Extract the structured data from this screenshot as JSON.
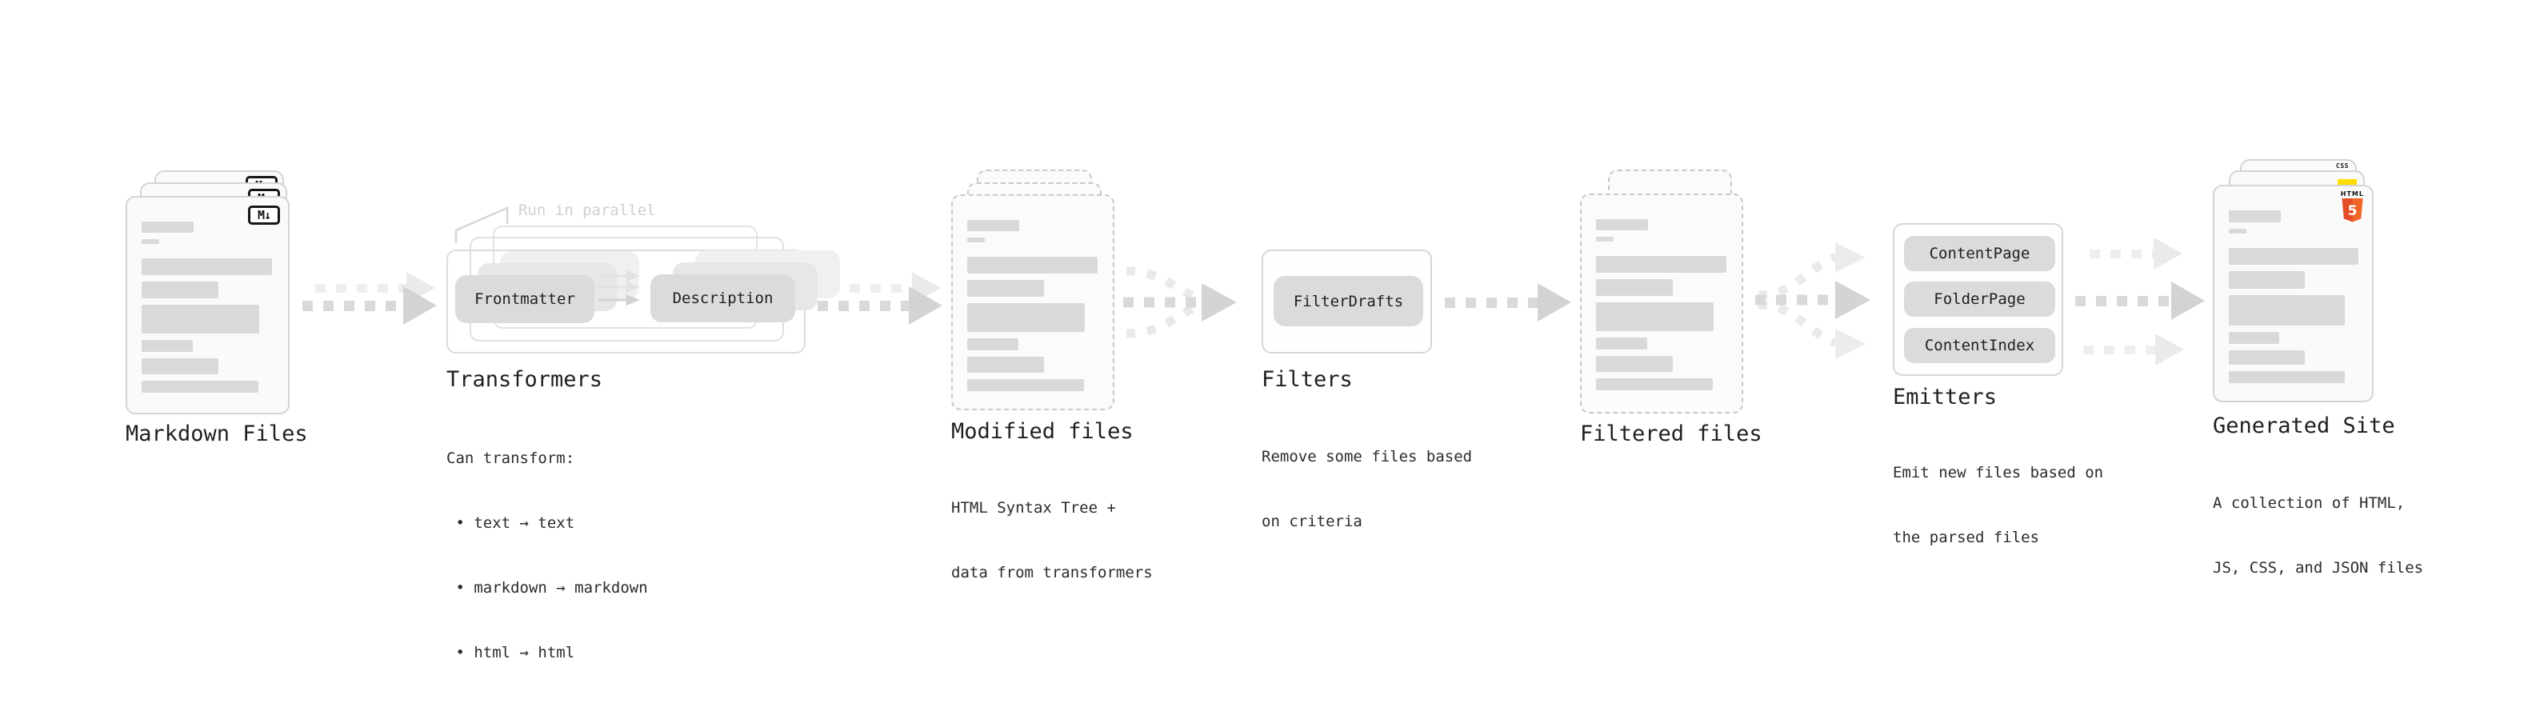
{
  "diagram": {
    "stages": {
      "markdown_files": {
        "label": "Markdown Files",
        "badge": "M↓"
      },
      "transformers": {
        "label": "Transformers",
        "annotation": "Run in parallel",
        "pills": [
          "Frontmatter",
          "Description"
        ],
        "lines": [
          "Can transform:",
          " • text → text",
          " • markdown → markdown",
          " • html → html"
        ]
      },
      "modified_files": {
        "label": "Modified files",
        "lines": [
          "HTML Syntax Tree +",
          "data from transformers"
        ]
      },
      "filters": {
        "label": "Filters",
        "pills": [
          "FilterDrafts"
        ],
        "lines": [
          "Remove some files based",
          "on criteria"
        ]
      },
      "filtered_files": {
        "label": "Filtered files"
      },
      "emitters": {
        "label": "Emitters",
        "pills": [
          "ContentPage",
          "FolderPage",
          "ContentIndex"
        ],
        "lines": [
          "Emit new files based on",
          "the parsed files"
        ]
      },
      "generated_site": {
        "label": "Generated Site",
        "lines": [
          "A collection of HTML,",
          "JS, CSS, and JSON files"
        ],
        "badges": {
          "css": "CSS",
          "html_word": "HTML",
          "html_shield": "5"
        }
      }
    },
    "colors": {
      "text": "#1f1f1f",
      "annotation_gray": "#d0d0d0",
      "card_border": "#d4d4d4",
      "card_fill": "#fafafa",
      "placeholder_bar": "#d9d9d9",
      "pill_fill": "#dbdbdb",
      "arrow_gray": "#d7d7d7",
      "arrow_ghost": "#ededed",
      "html5_orange": "#e44d26",
      "html5_orange_light": "#f16529",
      "js_yellow": "#ffdd00",
      "css_blue": "#2b62f0",
      "markdown_badge_ink": "#161616"
    }
  }
}
